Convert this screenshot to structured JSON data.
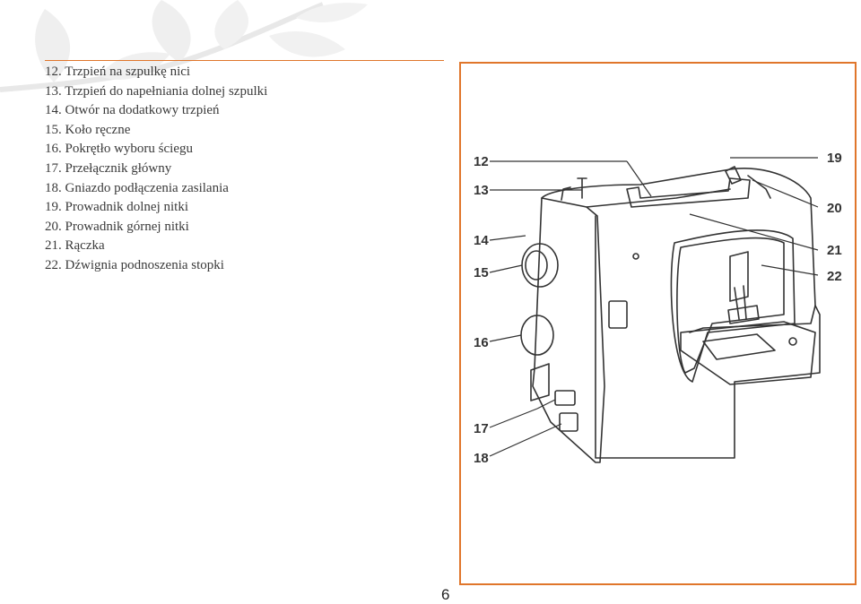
{
  "parts": [
    "12. Trzpień na szpulkę nici",
    "13. Trzpień do napełniania dolnej szpulki",
    "14. Otwór na dodatkowy trzpień",
    "15. Koło ręczne",
    "16. Pokrętło wyboru ściegu",
    "17. Przełącznik główny",
    "18. Gniazdo podłączenia zasilania",
    "19. Prowadnik dolnej  nitki",
    "20. Prowadnik górnej nitki",
    "21. Rączka",
    "22. Dźwignia podnoszenia stopki"
  ],
  "figure": {
    "callouts": [
      "12",
      "13",
      "14",
      "15",
      "16",
      "17",
      "18",
      "19",
      "20",
      "21",
      "22"
    ]
  },
  "page_number": "6",
  "colors": {
    "accent": "#e0762b",
    "leaf": "#ececec",
    "line": "#333333"
  }
}
